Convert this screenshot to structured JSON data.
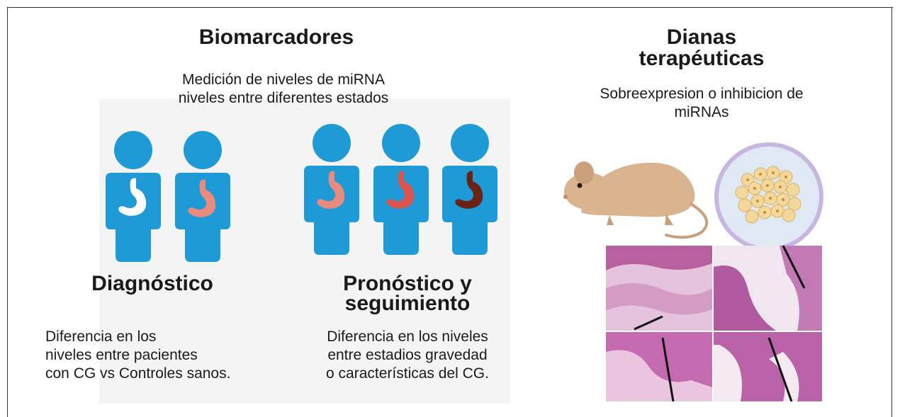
{
  "biomarcadores": {
    "title": "Biomarcadores",
    "subtitle_line1": "Medición de niveles de miRNA",
    "subtitle_line2": "niveles entre diferentes estados"
  },
  "diagnostico": {
    "title": "Diagnóstico",
    "line1": "Diferencia en los",
    "line2": "niveles entre pacientes",
    "line3": "con CG vs Controles sanos."
  },
  "pronostico": {
    "title_line1": "Pronóstico y",
    "title_line2": "seguimiento",
    "line1": "Diferencia en los niveles",
    "line2": "entre estadios gravedad",
    "line3": "o características del CG."
  },
  "dianas": {
    "title_line1": "Dianas",
    "title_line2": "terapéuticas",
    "line1": "Sobreexpresion o inhibicion de",
    "line2": "miRNAs"
  },
  "colors": {
    "person_blue": "#1e9ad6",
    "stomach_white": "#ffffff",
    "stomach_light": "#e88a7c",
    "stomach_medium": "#d9534f",
    "stomach_dark": "#6b2216",
    "mouse": "#d9b48f",
    "dish_rim": "#c9b6e0",
    "cells": "#f4d79a"
  }
}
